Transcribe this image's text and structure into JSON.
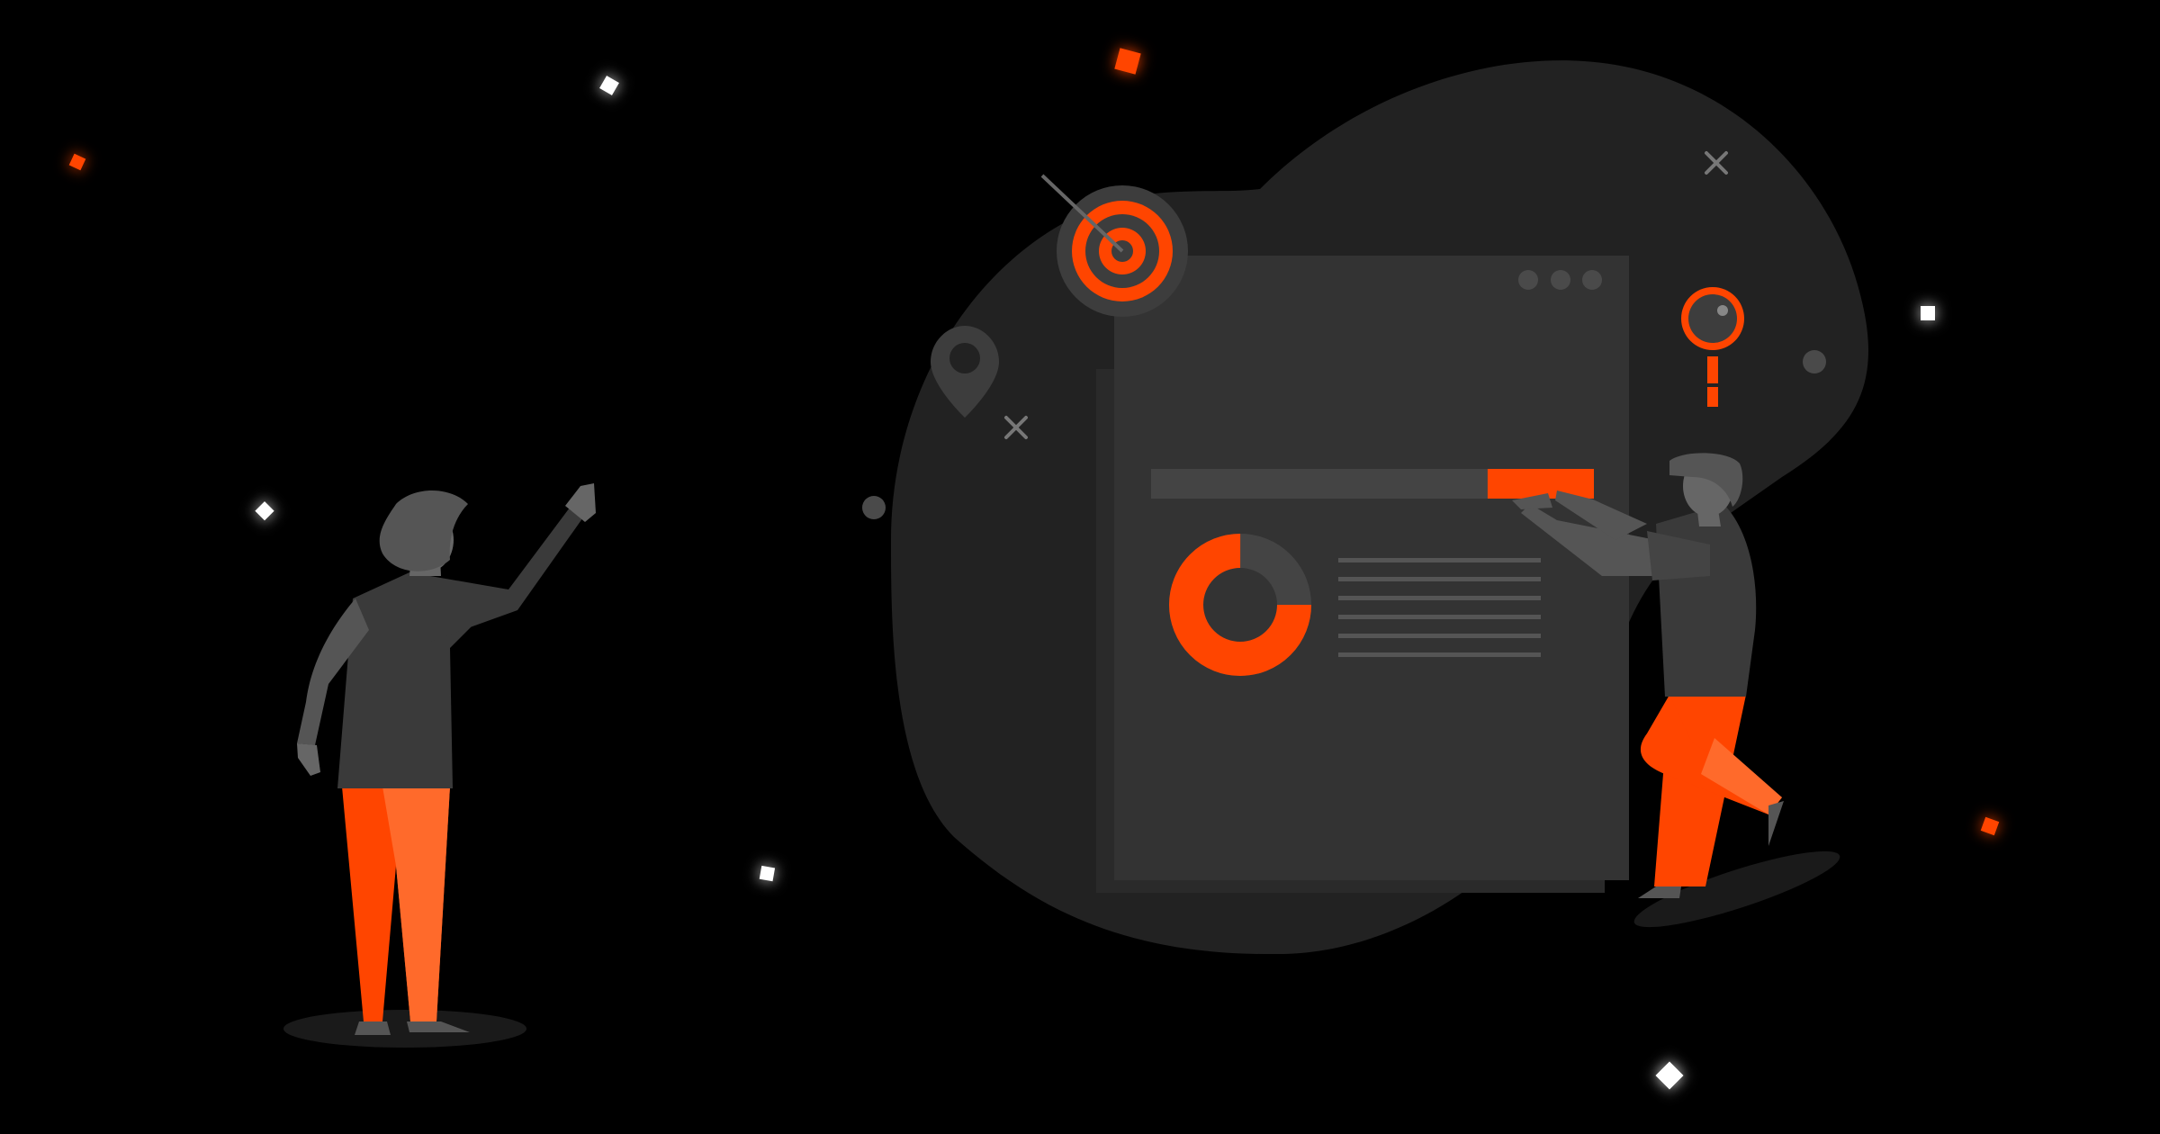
{
  "palette": {
    "background": "#000000",
    "blob": "#222222",
    "panel": "#333333",
    "panel_shadow": "#2a2a2a",
    "accent": "#ff4500",
    "accent_light": "#ff6a2b",
    "shirt": "#3a3a3a",
    "skin": "#666666",
    "hair": "#555555",
    "line": "#555555",
    "sparkle_white": "#ffffff"
  },
  "icons": [
    "bullseye-target-icon",
    "location-pin-icon",
    "magnifier-search-icon",
    "donut-chart-icon",
    "sparkle-icon"
  ],
  "illustration": {
    "progress_fraction": 0.24,
    "donut_fraction": 0.25,
    "window_dots": 3,
    "text_lines": 6
  }
}
